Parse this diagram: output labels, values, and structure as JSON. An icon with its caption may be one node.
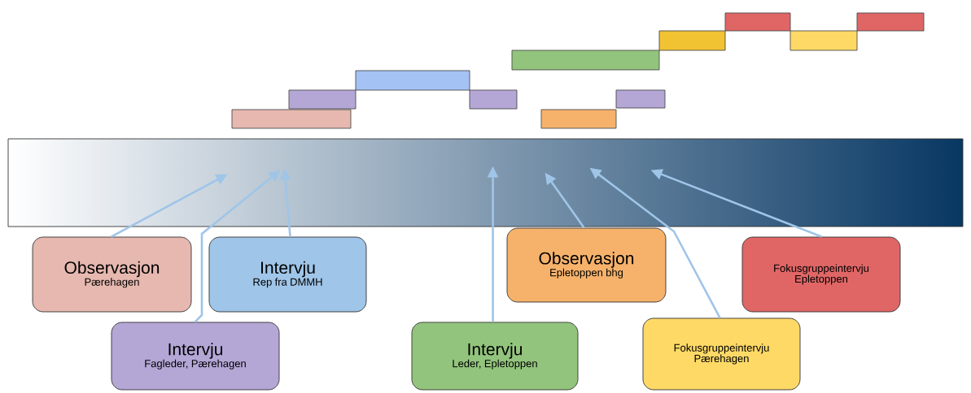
{
  "diagram": {
    "nodes": [
      {
        "text": [],
        "shape": "bar"
      },
      {
        "text": [
          "Observasjon",
          "Pærehagen"
        ]
      },
      {
        "text": [
          "Intervju",
          "Rep fra DMMH"
        ]
      },
      {
        "text": [
          "Intervju",
          "Fagleder, Pærehagen"
        ]
      },
      {
        "text": [
          "Intervju",
          "Leder, Epletoppen"
        ]
      },
      {
        "text": [
          "Observasjon",
          "Epletoppen bhg"
        ]
      },
      {
        "text": [
          "Fokusgruppeintervju",
          "Pærehagen"
        ]
      },
      {
        "text": [
          "Fokusgruppeintervju",
          "Epletoppen"
        ]
      }
    ],
    "edges": [
      {
        "from": 1,
        "to": 0,
        "arrow": "to"
      },
      {
        "from": 2,
        "to": 0,
        "arrow": "to"
      },
      {
        "from": 3,
        "to": 0,
        "arrow": "to"
      },
      {
        "from": 4,
        "to": 0,
        "arrow": "to"
      },
      {
        "from": 5,
        "to": 0,
        "arrow": "to"
      },
      {
        "from": 6,
        "to": 0,
        "arrow": "to"
      },
      {
        "from": 7,
        "to": 0,
        "arrow": "to"
      }
    ]
  }
}
